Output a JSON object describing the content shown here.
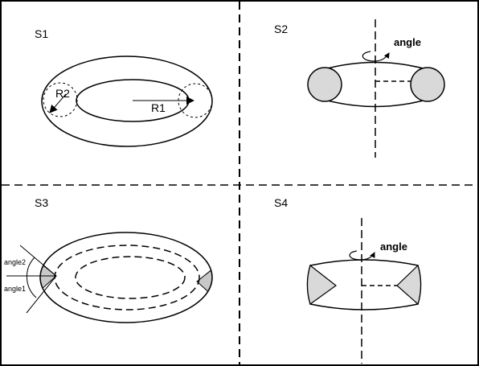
{
  "panels": {
    "s1": {
      "label": "S1",
      "r1_label": "R1",
      "r2_label": "R2"
    },
    "s2": {
      "label": "S2",
      "angle_label": "angle"
    },
    "s3": {
      "label": "S3",
      "angle1_label": "angle1",
      "angle2_label": "angle2"
    },
    "s4": {
      "label": "S4",
      "angle_label": "angle"
    }
  },
  "colors": {
    "stroke": "#000000",
    "fill_gray": "#d9d9d9",
    "background": "#ffffff"
  }
}
